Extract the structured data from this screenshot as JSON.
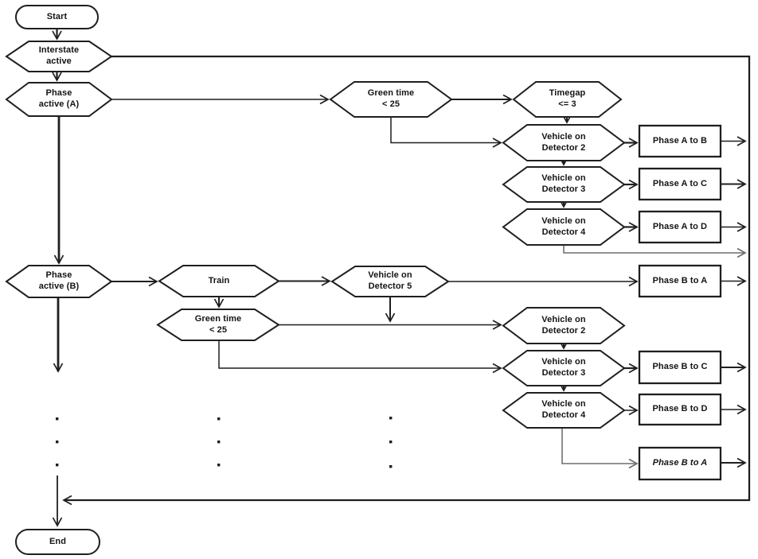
{
  "diagram_type": "flowchart",
  "colors": {
    "stroke": "#1f1f1f",
    "bypass_line": "#7a7a7a",
    "background": "#ffffff",
    "text": "#141414"
  },
  "nodes": {
    "start": {
      "type": "terminator",
      "label": "Start"
    },
    "interstate": {
      "type": "decision",
      "label": "Interstate\nactive"
    },
    "phase_a": {
      "type": "decision",
      "label": "Phase\nactive (A)"
    },
    "greentime_a": {
      "type": "decision",
      "label": "Green time\n< 25"
    },
    "timegap": {
      "type": "decision",
      "label": "Timegap\n<= 3"
    },
    "veh_a_det2": {
      "type": "decision",
      "label": "Vehicle on\nDetector 2"
    },
    "veh_a_det3": {
      "type": "decision",
      "label": "Vehicle on\nDetector 3"
    },
    "veh_a_det4": {
      "type": "decision",
      "label": "Vehicle on\nDetector 4"
    },
    "phase_a_to_b": {
      "type": "process",
      "label": "Phase A to B"
    },
    "phase_a_to_c": {
      "type": "process",
      "label": "Phase A to C"
    },
    "phase_a_to_d": {
      "type": "process",
      "label": "Phase A to D"
    },
    "phase_b": {
      "type": "decision",
      "label": "Phase\nactive (B)"
    },
    "train": {
      "type": "decision",
      "label": "Train"
    },
    "veh_b_det5": {
      "type": "decision",
      "label": "Vehicle on\nDetector 5"
    },
    "phase_b_to_a1": {
      "type": "process",
      "label": "Phase B to A"
    },
    "greentime_b": {
      "type": "decision",
      "label": "Green time\n< 25"
    },
    "veh_b_det2": {
      "type": "decision",
      "label": "Vehicle on\nDetector 2"
    },
    "veh_b_det3": {
      "type": "decision",
      "label": "Vehicle on\nDetector 3"
    },
    "veh_b_det4": {
      "type": "decision",
      "label": "Vehicle on\nDetector 4"
    },
    "phase_b_to_c": {
      "type": "process",
      "label": "Phase B to C"
    },
    "phase_b_to_d": {
      "type": "process",
      "label": "Phase B to D"
    },
    "phase_b_to_a2": {
      "type": "process",
      "label": "Phase B to A"
    },
    "end": {
      "type": "terminator",
      "label": "End"
    }
  },
  "edges": [
    {
      "from": "start",
      "to": "interstate"
    },
    {
      "from": "interstate",
      "to": "end",
      "via": "right-trunk"
    },
    {
      "from": "interstate",
      "to": "phase_a"
    },
    {
      "from": "phase_a",
      "to": "greentime_a"
    },
    {
      "from": "phase_a",
      "to": "phase_b"
    },
    {
      "from": "greentime_a",
      "to": "timegap"
    },
    {
      "from": "greentime_a",
      "to": "veh_a_det2"
    },
    {
      "from": "timegap",
      "to": "veh_a_det2"
    },
    {
      "from": "veh_a_det2",
      "to": "phase_a_to_b"
    },
    {
      "from": "veh_a_det2",
      "to": "veh_a_det3"
    },
    {
      "from": "veh_a_det3",
      "to": "phase_a_to_c"
    },
    {
      "from": "veh_a_det3",
      "to": "veh_a_det4"
    },
    {
      "from": "veh_a_det4",
      "to": "phase_a_to_d"
    },
    {
      "from": "veh_a_det4",
      "to": "right-trunk"
    },
    {
      "from": "phase_a_to_b",
      "to": "right-trunk"
    },
    {
      "from": "phase_a_to_c",
      "to": "right-trunk"
    },
    {
      "from": "phase_a_to_d",
      "to": "right-trunk"
    },
    {
      "from": "phase_b",
      "to": "train"
    },
    {
      "from": "phase_b",
      "to": "continuation"
    },
    {
      "from": "train",
      "to": "veh_b_det5"
    },
    {
      "from": "train",
      "to": "greentime_b"
    },
    {
      "from": "veh_b_det5",
      "to": "phase_b_to_a1"
    },
    {
      "from": "veh_b_det5",
      "to": "veh_b_det2"
    },
    {
      "from": "greentime_b",
      "to": "veh_b_det2"
    },
    {
      "from": "greentime_b",
      "to": "veh_b_det3"
    },
    {
      "from": "veh_b_det2",
      "to": "veh_b_det3"
    },
    {
      "from": "veh_b_det3",
      "to": "phase_b_to_c"
    },
    {
      "from": "veh_b_det3",
      "to": "veh_b_det4"
    },
    {
      "from": "veh_b_det4",
      "to": "phase_b_to_d"
    },
    {
      "from": "veh_b_det4",
      "to": "phase_b_to_a2"
    },
    {
      "from": "phase_b_to_a1",
      "to": "right-trunk"
    },
    {
      "from": "phase_b_to_c",
      "to": "right-trunk"
    },
    {
      "from": "phase_b_to_d",
      "to": "right-trunk"
    },
    {
      "from": "phase_b_to_a2",
      "to": "right-trunk"
    },
    {
      "from": "right-trunk",
      "to": "end"
    }
  ]
}
